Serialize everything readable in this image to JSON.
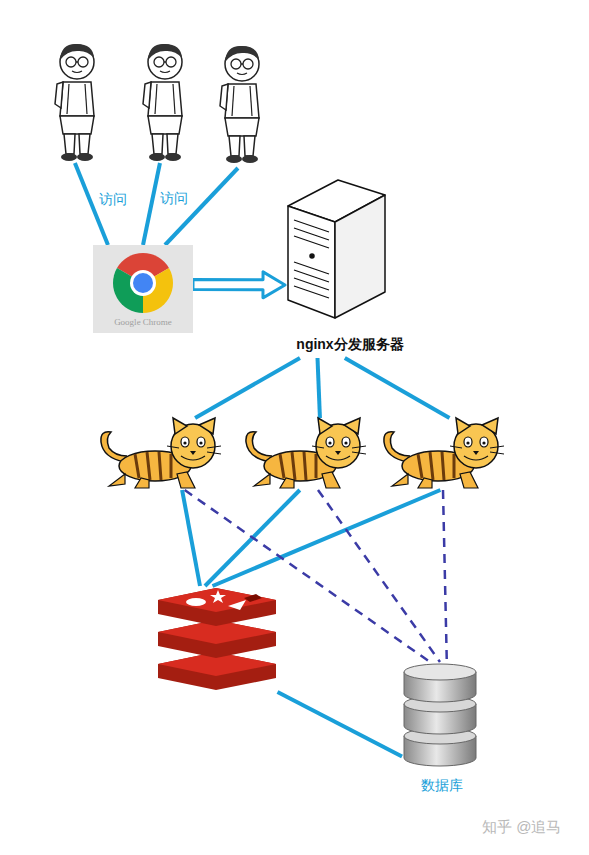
{
  "diagram": {
    "nodes": [
      {
        "text": []
      },
      {
        "text": []
      },
      {
        "text": []
      },
      {
        "text": [
          "Google Chrome"
        ]
      },
      {
        "text": [
          "nginx分发服务器"
        ]
      },
      {
        "text": []
      },
      {
        "text": []
      },
      {
        "text": []
      },
      {
        "text": []
      },
      {
        "text": [
          "数据库"
        ]
      }
    ],
    "edges": [
      {
        "from": 0,
        "to": 3,
        "label": "访问",
        "arrow": "none"
      },
      {
        "from": 1,
        "to": 3,
        "label": "访问",
        "arrow": "none"
      },
      {
        "from": 2,
        "to": 3,
        "arrow": "none"
      },
      {
        "from": 3,
        "to": 4,
        "arrow": "to"
      },
      {
        "from": 4,
        "to": 5,
        "arrow": "none"
      },
      {
        "from": 4,
        "to": 6,
        "arrow": "none"
      },
      {
        "from": 4,
        "to": 7,
        "arrow": "none"
      },
      {
        "from": 5,
        "to": 8,
        "arrow": "none"
      },
      {
        "from": 6,
        "to": 8,
        "arrow": "none"
      },
      {
        "from": 7,
        "to": 8,
        "arrow": "none"
      },
      {
        "from": 5,
        "to": 9,
        "arrow": "none"
      },
      {
        "from": 6,
        "to": 9,
        "arrow": "none"
      },
      {
        "from": 7,
        "to": 9,
        "arrow": "none"
      },
      {
        "from": 8,
        "to": 9,
        "arrow": "none"
      }
    ],
    "labels": [
      "知乎 @追马"
    ]
  }
}
